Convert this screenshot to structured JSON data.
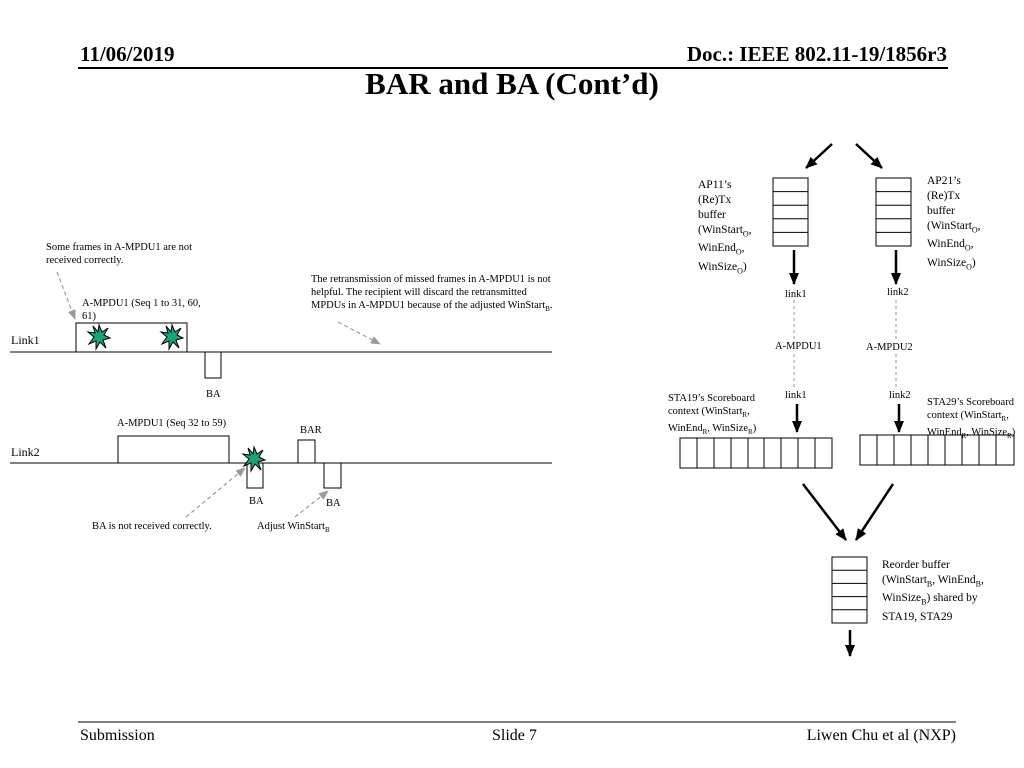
{
  "header": {
    "date": "11/06/2019",
    "doc": "Doc.: IEEE 802.11-19/1856r3"
  },
  "slide_title": "BAR and BA (Cont’d)",
  "footer": {
    "left": "Submission",
    "center": "Slide 7",
    "right": "Liwen Chu et al (NXP)"
  },
  "left_diagram": {
    "note_some_frames": "Some frames in A-MPDU1 are not received correctly.",
    "note_retransmission": "The retransmission of missed frames in A-MPDU1 is not helpful. The recipient will discard the retransmitted MPDUs in A-MPDU1 because of the adjusted WinStart",
    "note_retransmission_sub": "B",
    "note_retransmission_end": ".",
    "ampdu1_link1": "A-MPDU1 (Seq 1 to 31, 60, 61)",
    "link1": "Link1",
    "ba_link1": "BA",
    "ampdu1_link2": "A-MPDU1 (Seq 32 to 59)",
    "bar": "BAR",
    "link2": "Link2",
    "ba_link2_a": "BA",
    "ba_link2_b": "BA",
    "note_ba_not_received": "BA is not received correctly.",
    "note_adjust": "Adjust WinStart",
    "note_adjust_sub": "B"
  },
  "right_diagram": {
    "ap11_l1": "AP11’s",
    "ap11_l2": "(Re)Tx",
    "ap11_l3": "buffer",
    "ap11_l4": "(WinStart",
    "ap11_l4_sub": "O",
    "ap11_l4_end": ",",
    "ap11_l5": "WinEnd",
    "ap11_l5_sub": "O",
    "ap11_l5_end": ",",
    "ap11_l6": "WinSize",
    "ap11_l6_sub": "O",
    "ap11_l6_end": ")",
    "ap21_l1": "AP21’s",
    "ap21_l2": "(Re)Tx",
    "ap21_l3": "buffer",
    "ap21_l4": "(WinStart",
    "ap21_l4_sub": "O",
    "ap21_l4_end": ",",
    "ap21_l5": "WinEnd",
    "ap21_l5_sub": "O",
    "ap21_l5_end": ",",
    "ap21_l6": "WinSize",
    "ap21_l6_sub": "O",
    "ap21_l6_end": ")",
    "link1_top": "link1",
    "link2_top": "link2",
    "ampdu1": "A-MPDU1",
    "ampdu2": "A-MPDU2",
    "link1_bottom": "link1",
    "link2_bottom": "link2",
    "sta19_l1": "STA19’s Scoreboard",
    "sta19_l2": "context (WinStart",
    "sta19_l2_sub": "R",
    "sta19_l2_end": ",",
    "sta19_l3": "WinEnd",
    "sta19_l3_sub": "R",
    "sta19_l3_mid": ", WinSize",
    "sta19_l3_sub2": "R",
    "sta19_l3_end": ")",
    "sta29_l1": "STA29’s Scoreboard",
    "sta29_l2": "context (WinStart",
    "sta29_l2_sub": "R",
    "sta29_l2_end": ",",
    "sta29_l3": "WinEnd",
    "sta29_l3_sub": "R",
    "sta29_l3_mid": ", WinSize",
    "sta29_l3_sub2": "R",
    "sta29_l3_end": ")",
    "reorder_l1": "Reorder buffer",
    "reorder_l2": "(WinStart",
    "reorder_l2_sub": "B",
    "reorder_l2_mid": ", WinEnd",
    "reorder_l2_sub2": "B",
    "reorder_l2_end": ",",
    "reorder_l3": "WinSize",
    "reorder_l3_sub": "B",
    "reorder_l3_end": ") shared by",
    "reorder_l4": "STA19, STA29"
  }
}
